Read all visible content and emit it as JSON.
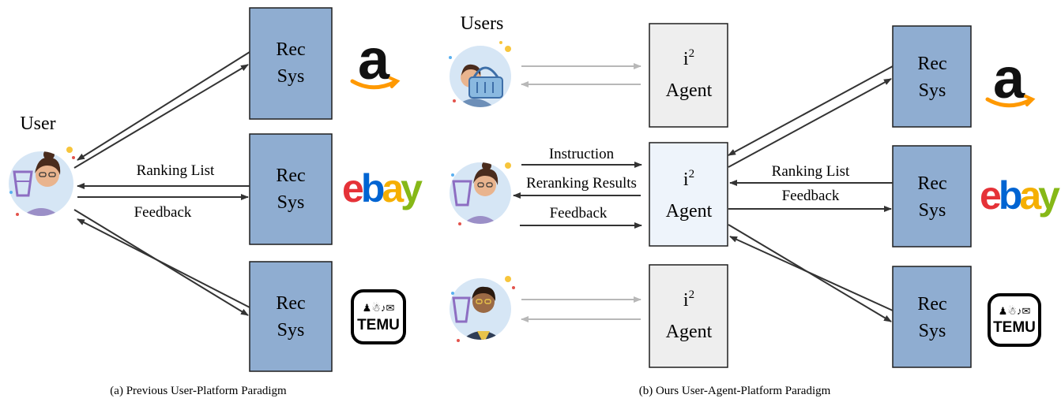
{
  "panel_a": {
    "user_label": "User",
    "recsys_label_line1": "Rec",
    "recsys_label_line2": "Sys",
    "arrow_ranking": "Ranking List",
    "arrow_feedback": "Feedback",
    "caption": "(a)  Previous User-Platform Paradigm"
  },
  "panel_b": {
    "users_label": "Users",
    "agent_label_prefix": "i",
    "agent_label_sup": "2",
    "agent_label_line2": "Agent",
    "recsys_label_line1": "Rec",
    "recsys_label_line2": "Sys",
    "arrow_instruction": "Instruction",
    "arrow_reranking": "Reranking Results",
    "arrow_feedback": "Feedback",
    "arrow_ranking": "Ranking List",
    "arrow_feedback_right": "Feedback",
    "caption": "(b)  Ours User-Agent-Platform Paradigm"
  },
  "logos": {
    "amazon_letter": "a",
    "ebay_letters": [
      "e",
      "b",
      "a",
      "y"
    ],
    "temu_word": "TEMU",
    "temu_glyphs": "♟☃♪✉"
  },
  "colors": {
    "recsys_fill": "#8fadd1",
    "recsys_stroke": "#1f1f1f",
    "agent_fill": "#eeeeee",
    "agent_active_fill": "#eef4fb",
    "arrow_dark": "#333333",
    "arrow_light": "#b8b8b8",
    "avatar_bg": "#d6e6f5",
    "ebay_e": "#e53238",
    "ebay_b": "#0064d2",
    "ebay_a": "#f5af02",
    "ebay_y": "#86b817",
    "amazon_smile": "#ff9900"
  }
}
